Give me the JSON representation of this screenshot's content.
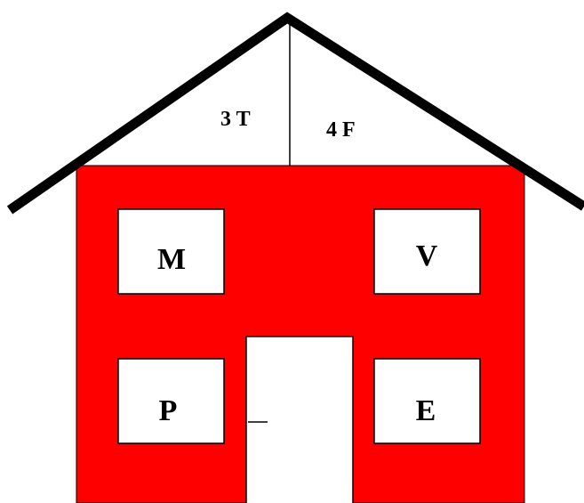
{
  "roof": {
    "left_label": "3 T",
    "right_label": "4 F"
  },
  "windows": {
    "top_left": "M",
    "top_right": "V",
    "bottom_left": "P",
    "bottom_right": "E"
  },
  "colors": {
    "wall": "#ff0000",
    "roof_line": "#000000",
    "window_fill": "#ffffff",
    "outline": "#000000"
  }
}
